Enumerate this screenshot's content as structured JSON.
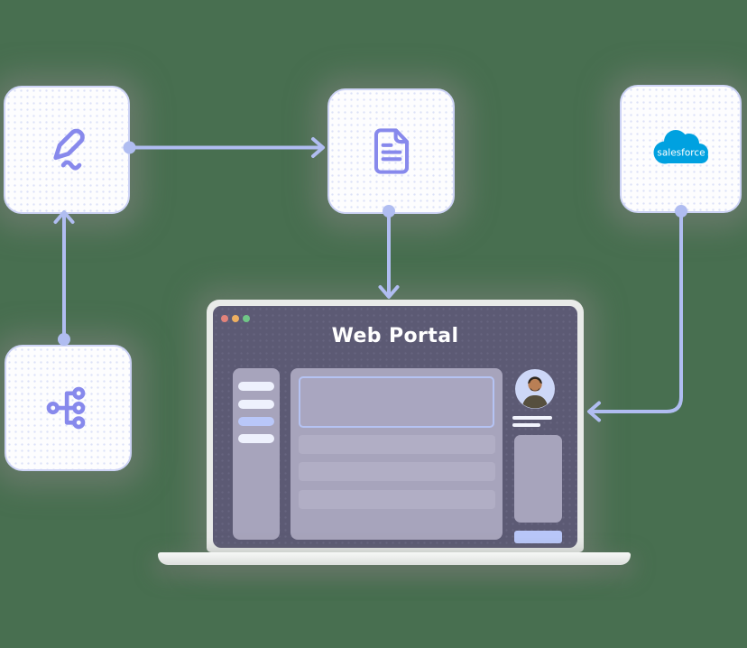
{
  "scene": {
    "kind": "integration-workflow-illustration",
    "background_color": "#486f50"
  },
  "colors": {
    "arrow": "#b0bdf1",
    "card_border": "#cdd3f5",
    "card_background": "#fdfdfe",
    "icon_stroke": "#8789ec",
    "salesforce_blue": "#00a1e0",
    "screen_background": "#5c5a74",
    "panel_fill": "#a7a4bc",
    "panel_bar_fill": "#b1aec5",
    "highlight_fill": "#b9c7f9",
    "white_bar_fill": "#eef1fd",
    "laptop_frame": "#e9ebe9",
    "traffic_close": "#e2837b",
    "traffic_minimize": "#eeb061",
    "traffic_maximize": "#70c787"
  },
  "cards": {
    "signature": {
      "icon": "signature-pen-icon"
    },
    "document": {
      "icon": "document-icon"
    },
    "salesforce": {
      "icon": "salesforce-cloud-logo",
      "logo_text": "salesforce"
    },
    "hierarchy": {
      "icon": "hierarchy-icon"
    }
  },
  "arrows": [
    {
      "from": "signature-card",
      "to": "document-card",
      "direction": "right"
    },
    {
      "from": "document-card",
      "to": "web-portal",
      "direction": "down"
    },
    {
      "from": "hierarchy-card",
      "to": "signature-card",
      "direction": "up"
    },
    {
      "from": "salesforce-card",
      "to": "web-portal",
      "direction": "down-then-left"
    }
  ],
  "portal": {
    "title": "Web Portal",
    "window_controls": [
      "close",
      "minimize",
      "maximize"
    ],
    "sidebar_item_count": 4,
    "sidebar_active_index": 3,
    "content_row_count": 3
  }
}
